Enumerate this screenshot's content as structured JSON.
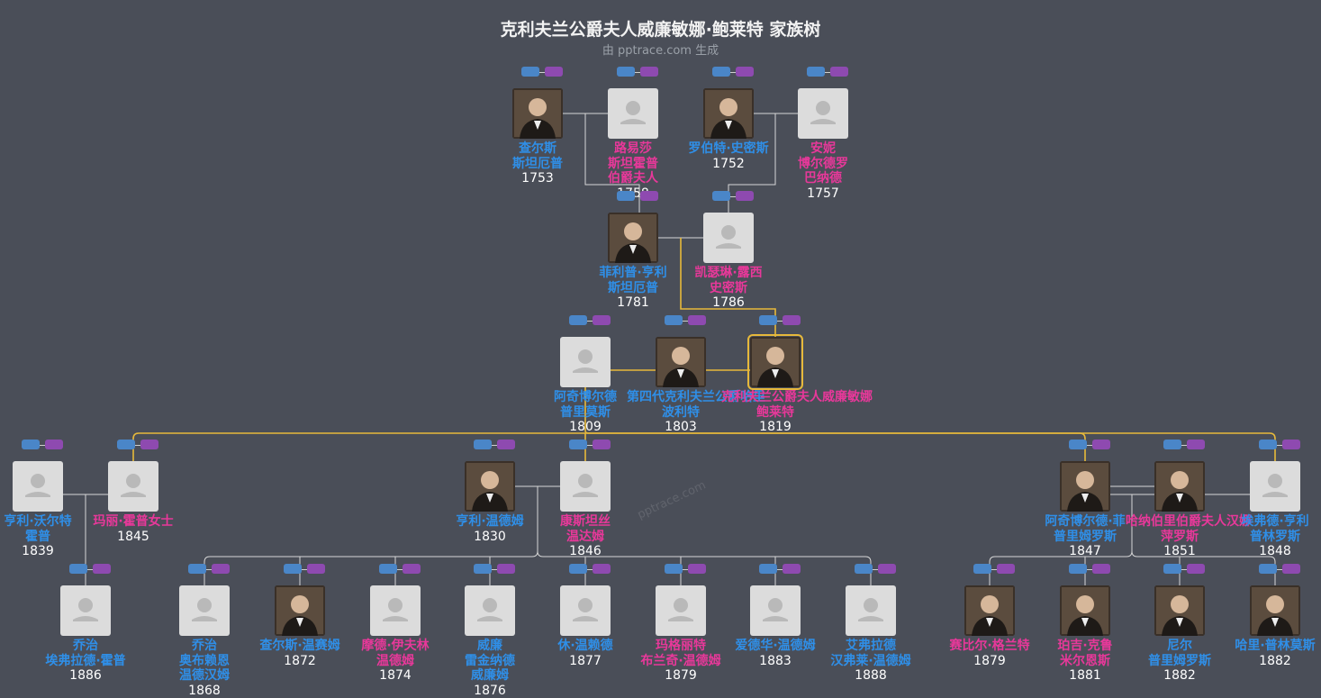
{
  "title": "克利夫兰公爵夫人威廉敏娜·鲍莱特 家族树",
  "subtitle": "由 pptrace.com 生成",
  "colors": {
    "bg": "#4a4e58",
    "male": "#2f8fe8",
    "female": "#e8389a",
    "line": "#d7d7d7",
    "gold": "#e7b93b",
    "tagBlue": "#4a86c8",
    "tagPurple": "#8e4ab0"
  },
  "nodes": [
    {
      "id": "n1",
      "photo": true,
      "gender": "male",
      "name": [
        "查尔斯",
        "斯坦厄普"
      ],
      "year": "1753"
    },
    {
      "id": "n2",
      "photo": false,
      "gender": "female",
      "name": [
        "路易莎",
        "斯坦霍普",
        "伯爵夫人"
      ],
      "year": "1758"
    },
    {
      "id": "n3",
      "photo": true,
      "gender": "male",
      "name": [
        "罗伯特·史密斯"
      ],
      "year": "1752"
    },
    {
      "id": "n4",
      "photo": false,
      "gender": "female",
      "name": [
        "安妮",
        "博尔德罗",
        "巴纳德"
      ],
      "year": "1757"
    },
    {
      "id": "n5",
      "photo": true,
      "gender": "male",
      "name": [
        "菲利普·亨利",
        "斯坦厄普"
      ],
      "year": "1781"
    },
    {
      "id": "n6",
      "photo": false,
      "gender": "female",
      "name": [
        "凯瑟琳·露西",
        "史密斯"
      ],
      "year": "1786"
    },
    {
      "id": "n7",
      "photo": false,
      "gender": "male",
      "name": [
        "阿奇博尔德",
        "普里莫斯"
      ],
      "year": "1809"
    },
    {
      "id": "n8",
      "photo": true,
      "gender": "male",
      "name": [
        "第四代克利夫兰公爵哈里",
        "波利特"
      ],
      "year": "1803"
    },
    {
      "id": "n9",
      "photo": true,
      "gender": "female",
      "name": [
        "克利夫兰公爵夫人威廉敏娜",
        "鲍莱特"
      ],
      "year": "1819",
      "focus": true
    },
    {
      "id": "n10",
      "photo": false,
      "gender": "male",
      "name": [
        "亨利·沃尔特",
        "霍普"
      ],
      "year": "1839"
    },
    {
      "id": "n11",
      "photo": false,
      "gender": "female",
      "name": [
        "玛丽·霍普女士"
      ],
      "year": "1845"
    },
    {
      "id": "n12",
      "photo": true,
      "gender": "male",
      "name": [
        "亨利·温德姆"
      ],
      "year": "1830"
    },
    {
      "id": "n13",
      "photo": false,
      "gender": "female",
      "name": [
        "康斯坦丝",
        "温达姆"
      ],
      "year": "1846"
    },
    {
      "id": "n14",
      "photo": true,
      "gender": "male",
      "name": [
        "阿奇博尔德·菲",
        "普里姆罗斯"
      ],
      "year": "1847"
    },
    {
      "id": "n15",
      "photo": true,
      "gender": "female",
      "name": [
        "哈纳伯里伯爵夫人汉娜",
        "萍罗斯"
      ],
      "year": "1851"
    },
    {
      "id": "n16",
      "photo": false,
      "gender": "male",
      "name": [
        "埃弗德·亨利",
        "普林罗斯"
      ],
      "year": "1848"
    },
    {
      "id": "n17",
      "photo": false,
      "gender": "male",
      "name": [
        "乔治",
        "埃弗拉德·霍普"
      ],
      "year": "1886"
    },
    {
      "id": "n18",
      "photo": false,
      "gender": "male",
      "name": [
        "乔治",
        "奥布赖恩",
        "温德汉姆"
      ],
      "year": "1868"
    },
    {
      "id": "n19",
      "photo": true,
      "gender": "male",
      "name": [
        "查尔斯·温赛姆"
      ],
      "year": "1872"
    },
    {
      "id": "n20",
      "photo": false,
      "gender": "female",
      "name": [
        "摩德·伊夫林",
        "温德姆"
      ],
      "year": "1874"
    },
    {
      "id": "n21",
      "photo": false,
      "gender": "male",
      "name": [
        "威廉",
        "雷金纳德",
        "威廉姆"
      ],
      "year": "1876"
    },
    {
      "id": "n22",
      "photo": false,
      "gender": "male",
      "name": [
        "休·温赖德"
      ],
      "year": "1877"
    },
    {
      "id": "n23",
      "photo": false,
      "gender": "female",
      "name": [
        "玛格丽特",
        "布兰奇·温德姆"
      ],
      "year": "1879"
    },
    {
      "id": "n24",
      "photo": false,
      "gender": "male",
      "name": [
        "爱德华·温德姆"
      ],
      "year": "1883"
    },
    {
      "id": "n25",
      "photo": false,
      "gender": "male",
      "name": [
        "艾弗拉德",
        "汉弗莱·温德姆"
      ],
      "year": "1888"
    },
    {
      "id": "n26",
      "photo": true,
      "gender": "female",
      "name": [
        "赛比尔·格兰特"
      ],
      "year": "1879"
    },
    {
      "id": "n27",
      "photo": true,
      "gender": "female",
      "name": [
        "珀吉·克鲁",
        "米尔恩斯"
      ],
      "year": "1881"
    },
    {
      "id": "n28",
      "photo": true,
      "gender": "male",
      "name": [
        "尼尔",
        "普里姆罗斯"
      ],
      "year": "1882"
    },
    {
      "id": "n29",
      "photo": true,
      "gender": "male",
      "name": [
        "哈里·普林莫斯"
      ],
      "year": "1882"
    }
  ],
  "watermark": "pptrace.com"
}
